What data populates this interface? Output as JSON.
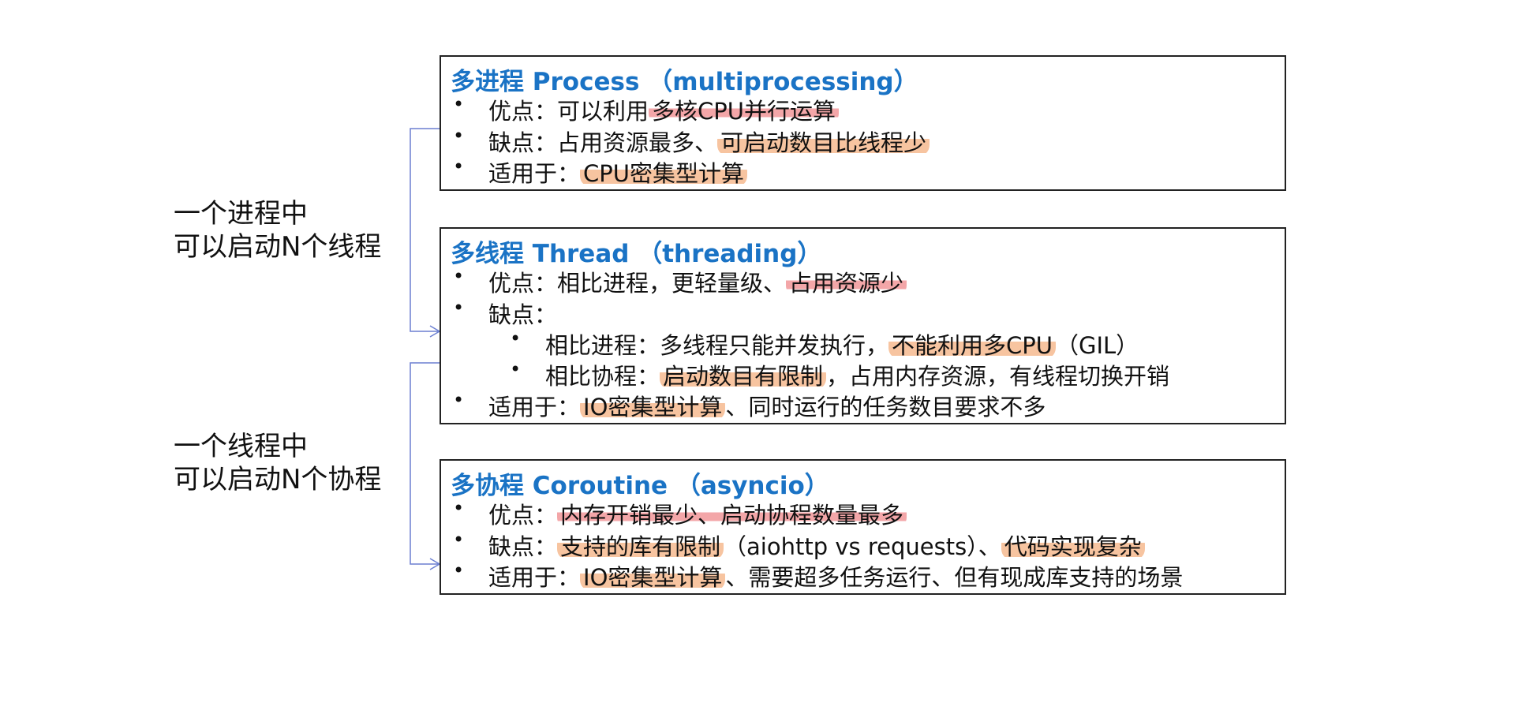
{
  "left_labels": [
    {
      "line1": "一个进程中",
      "line2": "可以启动N个线程"
    },
    {
      "line1": "一个线程中",
      "line2": "可以启动N个协程"
    }
  ],
  "process": {
    "title": "多进程 Process （multiprocessing）",
    "pros_label": "优点：可以利用",
    "pros_hl": "多核CPU并行运算",
    "cons_label": "缺点：占用资源最多、",
    "cons_hl": "可启动数目比线程少",
    "use_label": "适用于：",
    "use_hl": "CPU密集型计算"
  },
  "thread": {
    "title": "多线程 Thread （threading）",
    "pros_label": "优点：相比进程，更轻量级、",
    "pros_hl": "占用资源少",
    "cons_label": "缺点：",
    "sub1_label": "相比进程：多线程只能并发执行，",
    "sub1_hl": "不能利用多CPU",
    "sub1_tail": "（GIL）",
    "sub2_label": "相比协程：",
    "sub2_hl": "启动数目有限制",
    "sub2_tail": "，占用内存资源，有线程切换开销",
    "use_label": "适用于：",
    "use_hl": "IO密集型计算",
    "use_tail": "、同时运行的任务数目要求不多"
  },
  "coroutine": {
    "title": "多协程 Coroutine （asyncio）",
    "pros_label": "优点：",
    "pros_hl": "内存开销最少、启动协程数量最多",
    "cons_label": "缺点：",
    "cons_hl1": "支持的库有限制",
    "cons_mid": "（aiohttp vs requests）、",
    "cons_hl2": "代码实现复杂",
    "use_label": "适用于：",
    "use_hl": "IO密集型计算",
    "use_tail": "、需要超多任务运行、但有现成库支持的场景"
  },
  "bullet": "•",
  "colors": {
    "title_blue": "#1a73c5",
    "highlight_orange": "#f7c4a0",
    "highlight_red": "#f3a6a8",
    "connector": "#6b7fd1"
  }
}
